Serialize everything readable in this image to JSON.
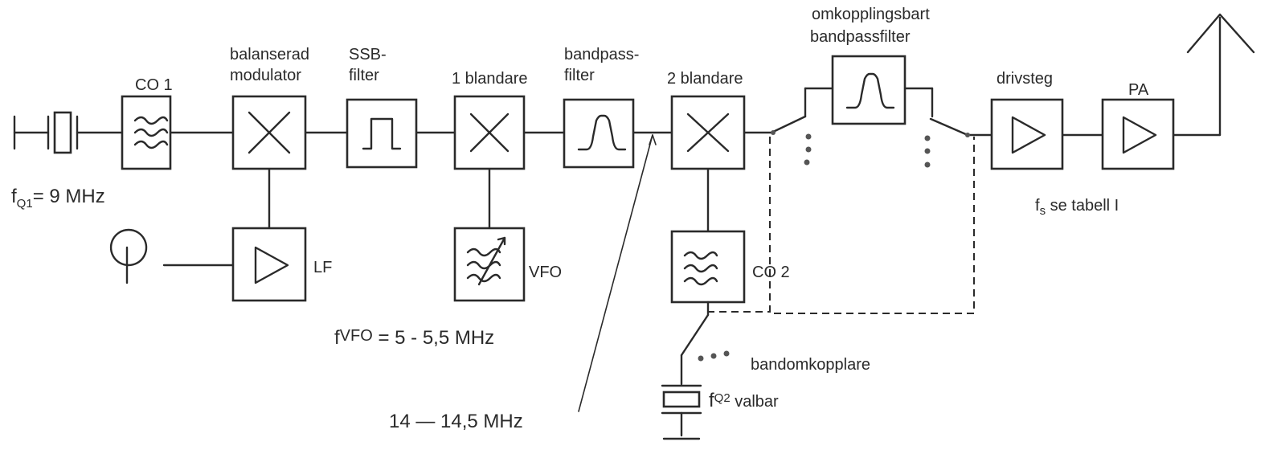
{
  "diagram": {
    "blocks": {
      "co1": {
        "label": "CO 1"
      },
      "balanced_modulator": {
        "label_line1": "balanserad",
        "label_line2": "modulator"
      },
      "ssb_filter": {
        "label_line1": "SSB-",
        "label_line2": "filter"
      },
      "mixer1": {
        "label": "1 blandare"
      },
      "bandpass_filter": {
        "label_line1": "bandpass-",
        "label_line2": "filter"
      },
      "mixer2": {
        "label": "2 blandare"
      },
      "switchable_bandpass": {
        "label_line1": "omkopplingsbart",
        "label_line2": "bandpassfilter"
      },
      "driver": {
        "label": "drivsteg"
      },
      "pa": {
        "label": "PA"
      },
      "lf_amp": {
        "label": "LF"
      },
      "vfo": {
        "label": "VFO"
      },
      "co2": {
        "label": "CO 2"
      }
    },
    "annotations": {
      "fq1": {
        "main": "f",
        "sub": "Q1",
        "rest": "=  9 MHz"
      },
      "fvfo": {
        "main": "f",
        "sub": "VFO",
        "rest": " =  5 - 5,5 MHz"
      },
      "mid_freq": "14  —  14,5 MHz",
      "fs": {
        "main": "f",
        "sub": "s",
        "rest": " se tabell I"
      },
      "band_switch": "bandomkopplare",
      "fq2": {
        "main": "f",
        "sub": "Q2",
        "rest": " valbar"
      }
    }
  }
}
